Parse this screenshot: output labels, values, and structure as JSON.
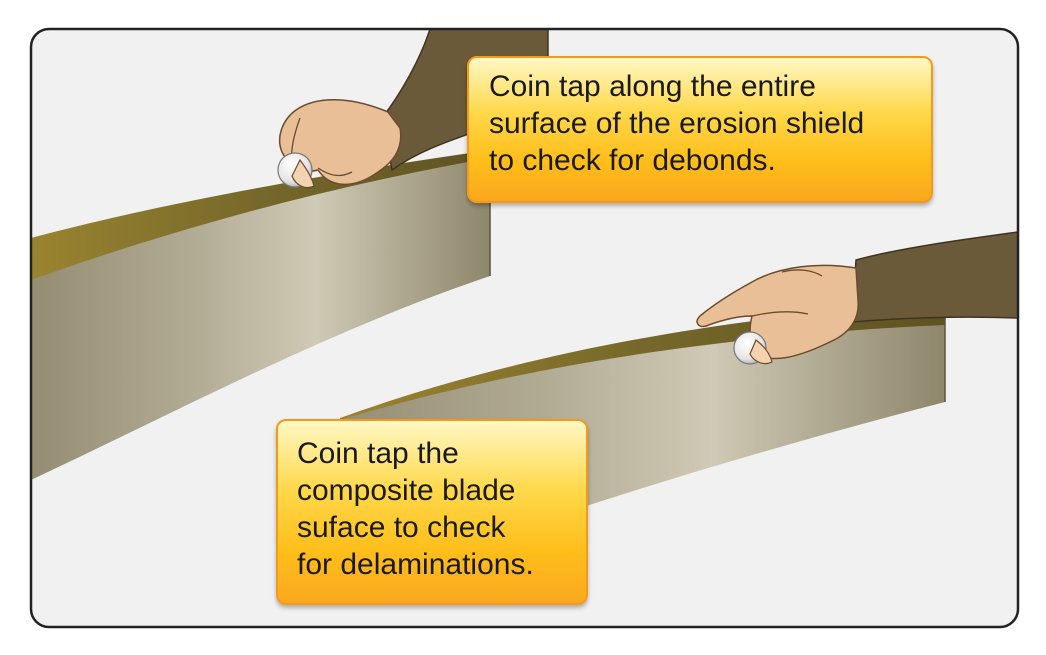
{
  "callouts": {
    "erosion_shield": {
      "lines": [
        "Coin tap along the entire",
        "surface of the erosion shield",
        "to check for debonds."
      ]
    },
    "composite_blade": {
      "lines": [
        "Coin tap the",
        "composite blade",
        "suface to check",
        "for delaminations."
      ]
    }
  },
  "colors": {
    "panel_border": "#222222",
    "panel_fill": "#f1f1f1",
    "blade_face": "#b7b09b",
    "leading_edge": "#7d6c2b",
    "sleeve": "#6b5a3a",
    "skin": "#e8bf96",
    "callout_fill": "#ffc82a",
    "callout_border": "#f39a1d"
  },
  "icons": {
    "hand": "hand-holding-coin-icon",
    "coin": "coin-icon"
  }
}
